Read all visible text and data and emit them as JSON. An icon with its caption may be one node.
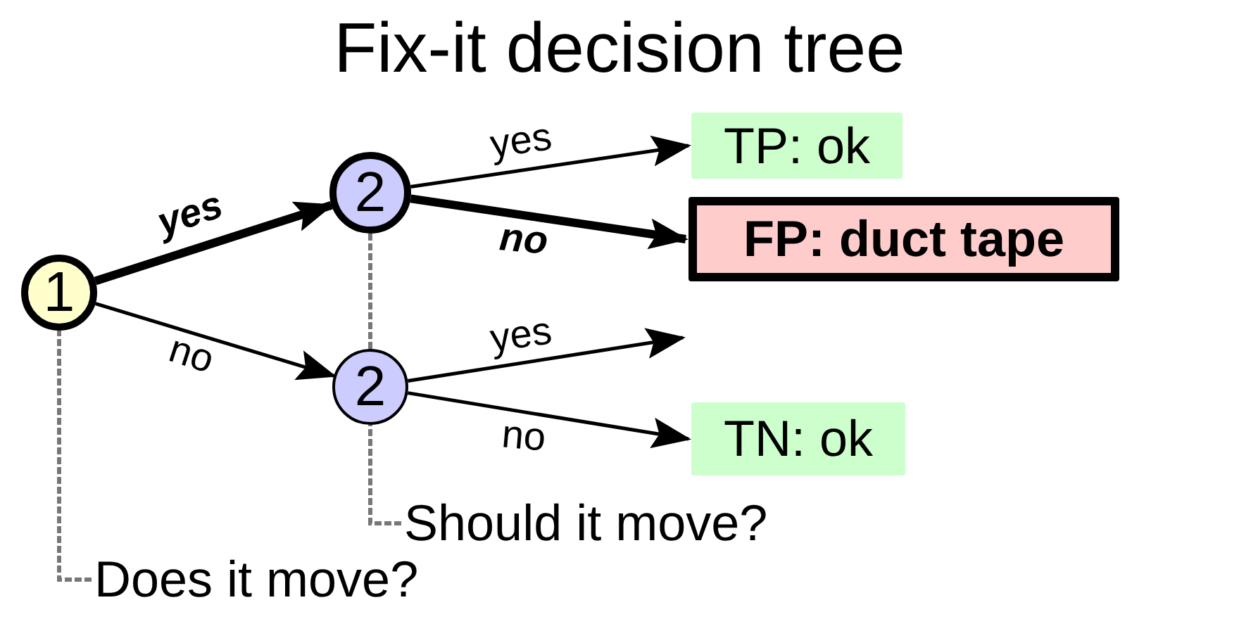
{
  "diagram": {
    "title": "Fix-it decision tree",
    "nodes": [
      {
        "text": [
          "1"
        ]
      },
      {
        "text": [
          "2"
        ]
      },
      {
        "text": [
          "2"
        ]
      },
      {
        "text": [
          "TP: ok"
        ]
      },
      {
        "text": [
          "FP: duct tape"
        ]
      },
      {
        "text": [
          "TN: ok"
        ]
      },
      {
        "text": [
          "Should it move?"
        ]
      },
      {
        "text": [
          "Does it move?"
        ]
      }
    ],
    "edges": [
      {
        "from": 0,
        "to": 1,
        "arrow": "to",
        "label": "yes",
        "style": "thick"
      },
      {
        "from": 0,
        "to": 2,
        "arrow": "to",
        "label": "no"
      },
      {
        "from": 1,
        "to": 3,
        "arrow": "to",
        "label": "yes"
      },
      {
        "from": 1,
        "to": 4,
        "arrow": "to",
        "label": "no",
        "style": "thick"
      },
      {
        "from": 2,
        "to": null,
        "arrow": "to",
        "label": "yes"
      },
      {
        "from": 2,
        "to": 5,
        "arrow": "to",
        "label": "no"
      },
      {
        "from": 7,
        "to": 0,
        "arrow": "none",
        "style": "dashed",
        "color": "#777777"
      },
      {
        "from": 6,
        "to": 2,
        "arrow": "none",
        "style": "dashed",
        "color": "#777777"
      },
      {
        "from": 2,
        "to": 1,
        "arrow": "none",
        "style": "dashed",
        "color": "#777777"
      }
    ]
  }
}
